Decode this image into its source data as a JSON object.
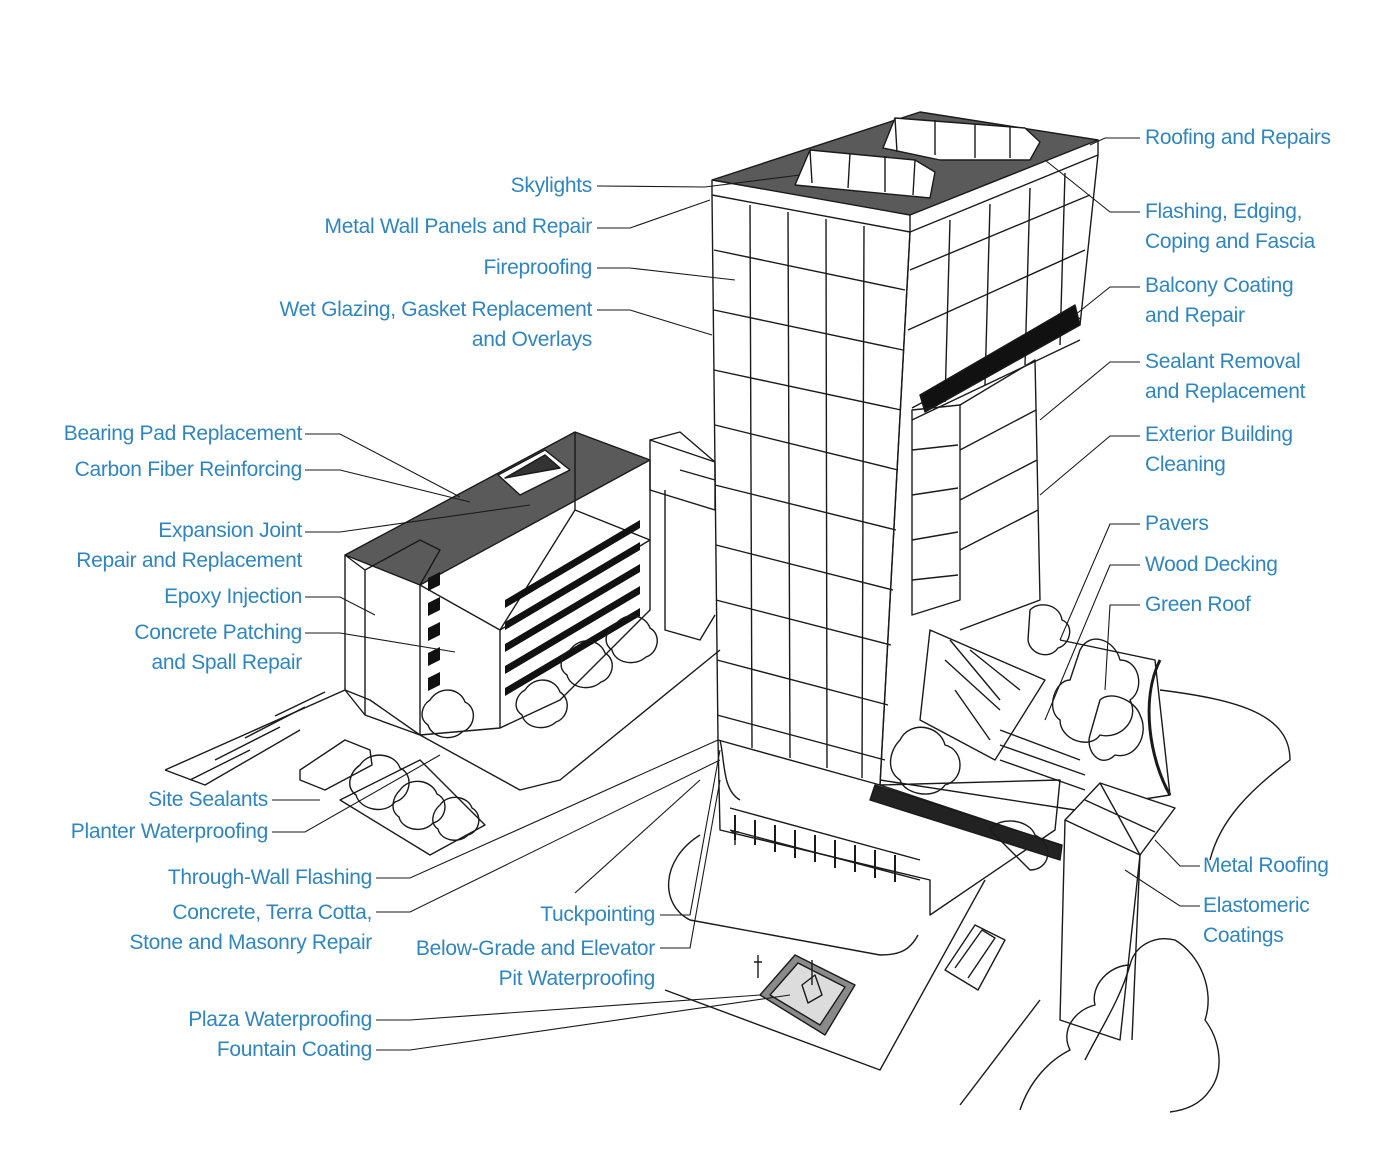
{
  "colors": {
    "label": "#2f86bf",
    "line": "#1a1a1a",
    "fill_dark": "#5a5a5a"
  },
  "left_labels": {
    "skylights": [
      "Skylights"
    ],
    "metal_wall": [
      "Metal Wall Panels and Repair"
    ],
    "fireproofing": [
      "Fireproofing"
    ],
    "wet_glazing": [
      "Wet Glazing, Gasket Replacement",
      "and Overlays"
    ],
    "bearing_pad": [
      "Bearing Pad Replacement"
    ],
    "carbon_fiber": [
      "Carbon Fiber Reinforcing"
    ],
    "expansion_joint": [
      "Expansion Joint",
      "Repair and Replacement"
    ],
    "epoxy": [
      "Epoxy Injection"
    ],
    "concrete_patching": [
      "Concrete Patching",
      "and Spall Repair"
    ],
    "site_sealants": [
      "Site Sealants"
    ],
    "planter": [
      "Planter Waterproofing"
    ],
    "through_wall": [
      "Through-Wall Flashing"
    ],
    "masonry": [
      "Concrete, Terra Cotta,",
      "Stone and Masonry Repair"
    ],
    "tuckpointing": [
      "Tuckpointing"
    ],
    "below_grade": [
      "Below-Grade and Elevator",
      "Pit Waterproofing"
    ],
    "plaza": [
      "Plaza Waterproofing"
    ],
    "fountain": [
      "Fountain Coating"
    ]
  },
  "right_labels": {
    "roofing": [
      "Roofing and Repairs"
    ],
    "flashing": [
      "Flashing, Edging,",
      "Coping and Fascia"
    ],
    "balcony": [
      "Balcony Coating",
      "and Repair"
    ],
    "sealant": [
      "Sealant Removal",
      "and Replacement"
    ],
    "cleaning": [
      "Exterior Building",
      "Cleaning"
    ],
    "pavers": [
      "Pavers"
    ],
    "wood_decking": [
      "Wood Decking"
    ],
    "green_roof": [
      "Green Roof"
    ],
    "metal_roofing": [
      "Metal Roofing"
    ],
    "elastomeric": [
      "Elastomeric",
      "Coatings"
    ]
  }
}
